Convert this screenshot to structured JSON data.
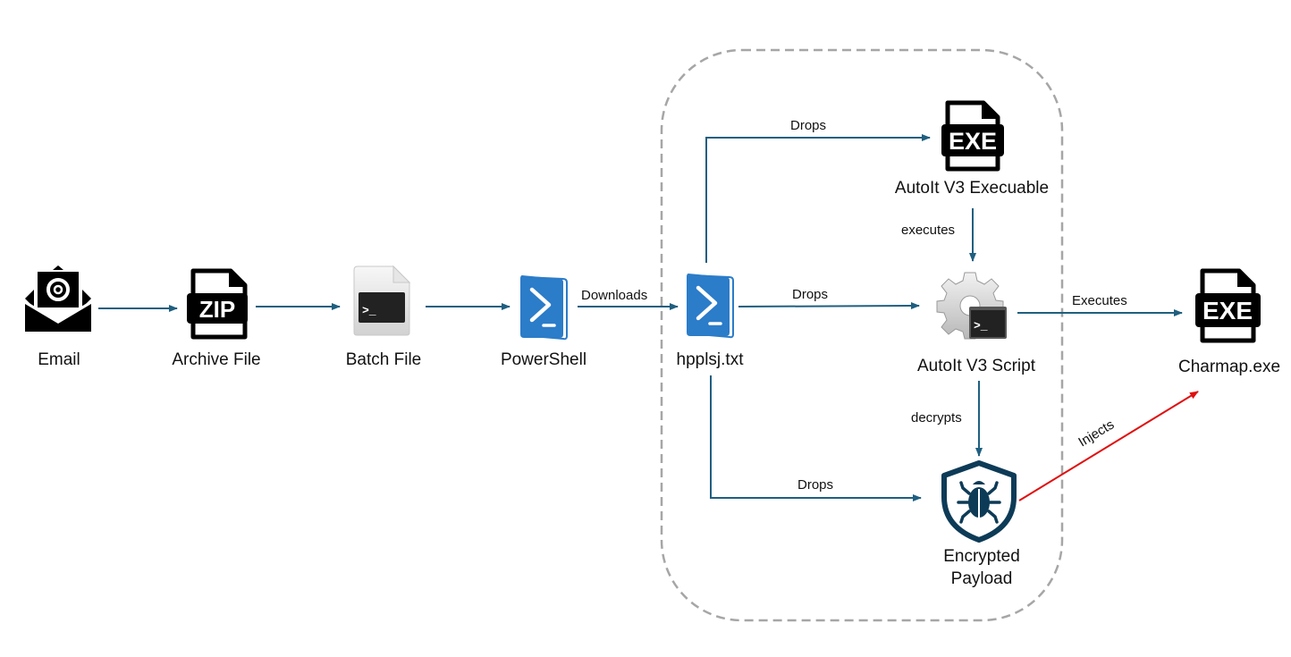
{
  "diagram": {
    "colors": {
      "edge": "#1f5f80",
      "inject_edge": "#e01010",
      "group_border": "#a6a6a6",
      "powershell_blue": "#2b7cc9",
      "shield_navy": "#0d3b57"
    },
    "nodes": {
      "email": {
        "label": "Email",
        "icon": "envelope-at-icon"
      },
      "archive": {
        "label": "Archive File",
        "icon": "zip-file-icon",
        "badge": "ZIP"
      },
      "batch": {
        "label": "Batch File",
        "icon": "batch-file-icon",
        "prompt": ">_"
      },
      "powershell": {
        "label": "PowerShell",
        "icon": "powershell-icon"
      },
      "hpplsj": {
        "label": "hpplsj.txt",
        "icon": "powershell-icon"
      },
      "autoit_exe": {
        "label": "AutoIt V3 Execuable",
        "icon": "exe-file-icon",
        "badge": "EXE"
      },
      "autoit_script": {
        "label": "AutoIt V3 Script",
        "icon": "gear-script-icon",
        "prompt": ">_"
      },
      "payload": {
        "label_line1": "Encrypted",
        "label_line2": "Payload",
        "icon": "bug-shield-icon"
      },
      "charmap": {
        "label": "Charmap.exe",
        "icon": "exe-file-icon",
        "badge": "EXE"
      }
    },
    "edges": {
      "downloads": "Downloads",
      "drops_exe": "Drops",
      "drops_script": "Drops",
      "drops_payload": "Drops",
      "executes_script": "executes",
      "executes_charmap": "Executes",
      "decrypts": "decrypts",
      "injects": "Injects"
    }
  }
}
